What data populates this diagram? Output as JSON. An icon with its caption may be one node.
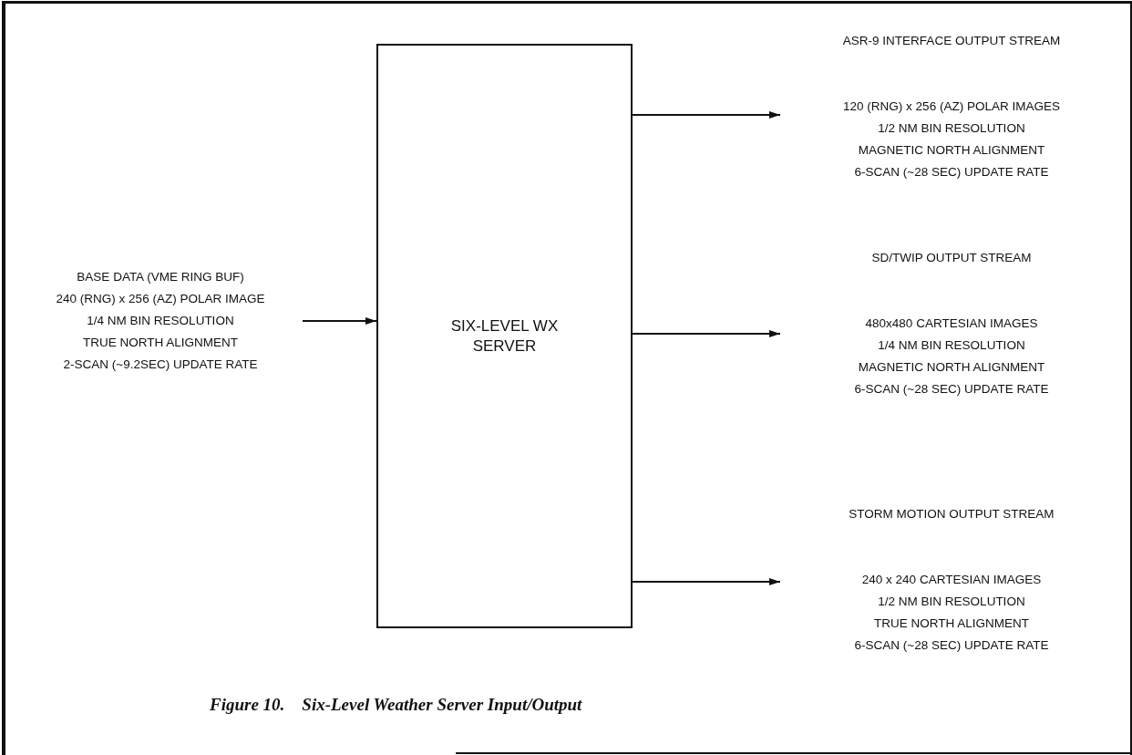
{
  "diagram": {
    "caption": "Figure 10.    Six-Level Weather Server Input/Output",
    "nodes": [
      {
        "text": [
          "BASE DATA (VME RING BUF)",
          "240 (RNG) x 256 (AZ) POLAR IMAGE",
          "1/4 NM BIN RESOLUTION",
          "TRUE NORTH ALIGNMENT",
          "2-SCAN (~9.2SEC) UPDATE RATE"
        ]
      },
      {
        "text": [
          "SIX-LEVEL WX SERVER"
        ]
      },
      {
        "text": [
          "ASR-9 INTERFACE OUTPUT STREAM",
          "120 (RNG) x 256 (AZ) POLAR IMAGES",
          "1/2 NM BIN RESOLUTION",
          "MAGNETIC NORTH ALIGNMENT",
          "6-SCAN (~28 SEC) UPDATE RATE"
        ]
      },
      {
        "text": [
          "SD/TWIP OUTPUT STREAM",
          "480x480 CARTESIAN IMAGES",
          "1/4 NM BIN RESOLUTION",
          "MAGNETIC NORTH ALIGNMENT",
          "6-SCAN (~28 SEC) UPDATE RATE"
        ]
      },
      {
        "text": [
          "STORM MOTION OUTPUT STREAM",
          "240 x 240 CARTESIAN IMAGES",
          "1/2 NM BIN RESOLUTION",
          "TRUE NORTH ALIGNMENT",
          "6-SCAN (~28 SEC) UPDATE RATE"
        ]
      }
    ],
    "edges": [
      {
        "from": 0,
        "to": 1,
        "arrow": "to"
      },
      {
        "from": 1,
        "to": 2,
        "arrow": "to"
      },
      {
        "from": 1,
        "to": 3,
        "arrow": "to"
      },
      {
        "from": 1,
        "to": 4,
        "arrow": "to"
      }
    ]
  }
}
